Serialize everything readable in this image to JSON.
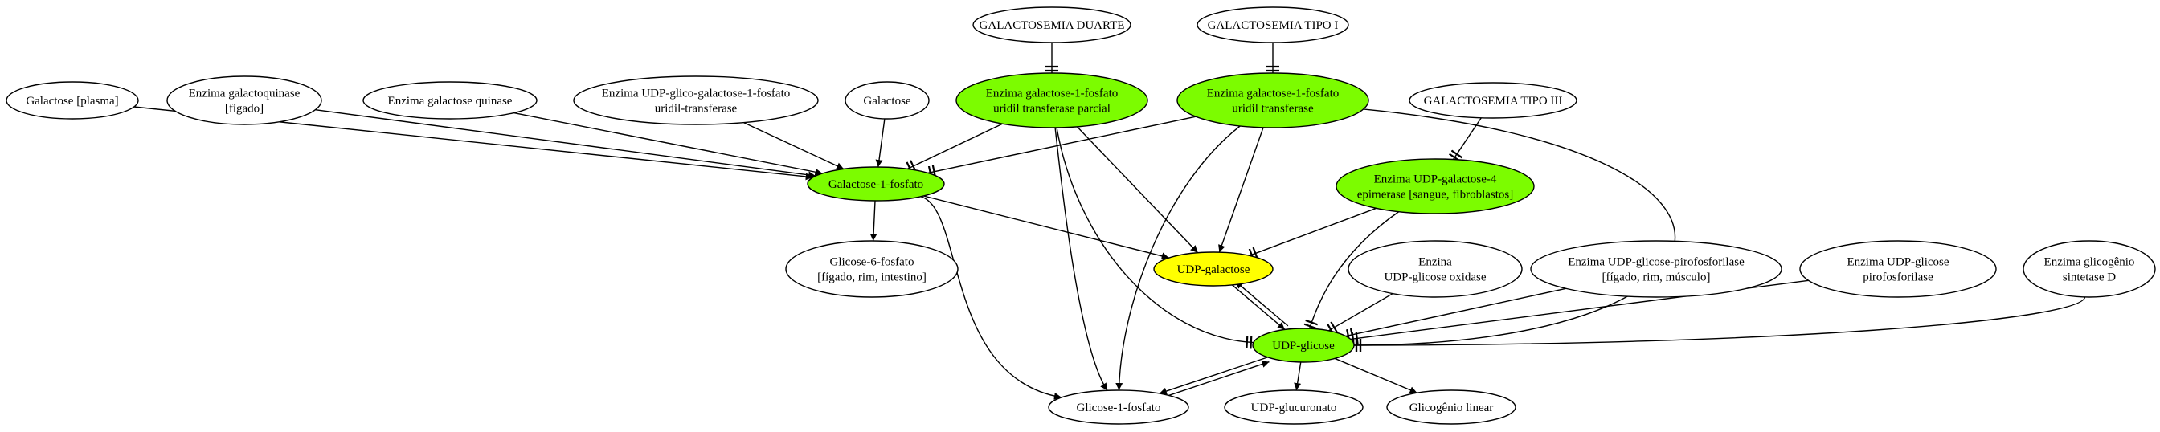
{
  "colors": {
    "normal": "#ffffff",
    "highlight_green": "#7cfc00",
    "highlight_yellow": "#ffff00",
    "stroke": "#000000"
  },
  "nodes": {
    "galactosemia_duarte": {
      "lines": [
        "GALACTOSEMIA DUARTE"
      ],
      "fill": "normal"
    },
    "galactosemia_tipo_i": {
      "lines": [
        "GALACTOSEMIA TIPO I"
      ],
      "fill": "normal"
    },
    "galactose_plasma": {
      "lines": [
        "Galactose [plasma]"
      ],
      "fill": "normal"
    },
    "enzima_galactoquinase": {
      "lines": [
        "Enzima galactoquinase",
        "[fígado]"
      ],
      "fill": "normal"
    },
    "enzima_galactose_quinase": {
      "lines": [
        "Enzima galactose quinase"
      ],
      "fill": "normal"
    },
    "enzima_udp_glico_galactose": {
      "lines": [
        "Enzima UDP-glico-galactose-1-fosfato",
        "uridil-transferase"
      ],
      "fill": "normal"
    },
    "galactose": {
      "lines": [
        "Galactose"
      ],
      "fill": "normal"
    },
    "enzima_gal1p_parcial": {
      "lines": [
        "Enzima galactose-1-fosfato",
        "uridil transferase parcial"
      ],
      "fill": "highlight_green"
    },
    "enzima_gal1p": {
      "lines": [
        "Enzima galactose-1-fosfato",
        "uridil transferase"
      ],
      "fill": "highlight_green"
    },
    "galactosemia_tipo_iii": {
      "lines": [
        "GALACTOSEMIA TIPO III"
      ],
      "fill": "normal"
    },
    "galactose_1_fosfato": {
      "lines": [
        "Galactose-1-fosfato"
      ],
      "fill": "highlight_green"
    },
    "enzima_udp_gal_epimerase": {
      "lines": [
        "Enzima UDP-galactose-4",
        "epimerase [sangue, fibroblastos]"
      ],
      "fill": "highlight_green"
    },
    "glicose_6_fosfato": {
      "lines": [
        "Glicose-6-fosfato",
        "[fígado, rim, intestino]"
      ],
      "fill": "normal"
    },
    "udp_galactose": {
      "lines": [
        "UDP-galactose"
      ],
      "fill": "highlight_yellow"
    },
    "enzina_udp_glicose_oxidase": {
      "lines": [
        "Enzina",
        "UDP-glicose oxidase"
      ],
      "fill": "normal"
    },
    "enzima_udp_glicose_pirofosforilase_tissue": {
      "lines": [
        "Enzima UDP-glicose-pirofosforilase",
        "[fígado, rim, músculo]"
      ],
      "fill": "normal"
    },
    "enzima_udp_glicose_pirofosforilase": {
      "lines": [
        "Enzima UDP-glicose",
        "pirofosforilase"
      ],
      "fill": "normal"
    },
    "enzima_glicogenio_sintetase": {
      "lines": [
        "Enzima glicogênio",
        "sintetase D"
      ],
      "fill": "normal"
    },
    "udp_glicose": {
      "lines": [
        "UDP-glicose"
      ],
      "fill": "highlight_green"
    },
    "glicose_1_fosfato": {
      "lines": [
        "Glicose-1-fosfato"
      ],
      "fill": "normal"
    },
    "udp_glucuronato": {
      "lines": [
        "UDP-glucuronato"
      ],
      "fill": "normal"
    },
    "glicogenio_linear": {
      "lines": [
        "Glicogênio linear"
      ],
      "fill": "normal"
    }
  },
  "edges": [
    {
      "from": "galactosemia_duarte",
      "to": "enzima_gal1p_parcial",
      "head": "tee"
    },
    {
      "from": "galactosemia_tipo_i",
      "to": "enzima_gal1p",
      "head": "tee"
    },
    {
      "from": "galactose_plasma",
      "to": "galactose_1_fosfato",
      "head": "arrow"
    },
    {
      "from": "enzima_galactoquinase",
      "to": "galactose_1_fosfato",
      "head": "arrow"
    },
    {
      "from": "enzima_galactose_quinase",
      "to": "galactose_1_fosfato",
      "head": "arrow"
    },
    {
      "from": "enzima_udp_glico_galactose",
      "to": "galactose_1_fosfato",
      "head": "arrow"
    },
    {
      "from": "galactose",
      "to": "galactose_1_fosfato",
      "head": "arrow"
    },
    {
      "from": "enzima_gal1p_parcial",
      "to": "galactose_1_fosfato",
      "head": "tee"
    },
    {
      "from": "enzima_gal1p",
      "to": "galactose_1_fosfato",
      "head": "tee"
    },
    {
      "from": "galactosemia_tipo_iii",
      "to": "enzima_udp_gal_epimerase",
      "head": "tee"
    },
    {
      "from": "galactose_1_fosfato",
      "to": "glicose_6_fosfato",
      "head": "arrow"
    },
    {
      "from": "galactose_1_fosfato",
      "to": "udp_galactose",
      "head": "arrow"
    },
    {
      "from": "galactose_1_fosfato",
      "to": "glicose_1_fosfato",
      "head": "arrow"
    },
    {
      "from": "enzima_gal1p_parcial",
      "to": "udp_galactose",
      "head": "arrow"
    },
    {
      "from": "enzima_gal1p",
      "to": "udp_galactose",
      "head": "arrow"
    },
    {
      "from": "enzima_gal1p_parcial",
      "to": "glicose_1_fosfato",
      "head": "arrow"
    },
    {
      "from": "enzima_gal1p",
      "to": "glicose_1_fosfato",
      "head": "arrow"
    },
    {
      "from": "enzima_gal1p_parcial",
      "to": "udp_glicose",
      "head": "tee"
    },
    {
      "from": "enzima_gal1p",
      "to": "udp_glicose",
      "head": "tee"
    },
    {
      "from": "enzima_udp_gal_epimerase",
      "to": "udp_galactose",
      "head": "tee"
    },
    {
      "from": "enzima_udp_gal_epimerase",
      "to": "udp_glicose",
      "head": "tee"
    },
    {
      "from": "udp_galactose",
      "to": "udp_glicose",
      "head": "arrow"
    },
    {
      "from": "udp_glicose",
      "to": "udp_galactose",
      "head": "arrow"
    },
    {
      "from": "enzina_udp_glicose_oxidase",
      "to": "udp_glicose",
      "head": "tee"
    },
    {
      "from": "enzima_udp_glicose_pirofosforilase_tissue",
      "to": "udp_glicose",
      "head": "tee"
    },
    {
      "from": "enzima_udp_glicose_pirofosforilase",
      "to": "udp_glicose",
      "head": "tee"
    },
    {
      "from": "enzima_glicogenio_sintetase",
      "to": "udp_glicose",
      "head": "tee"
    },
    {
      "from": "udp_glicose",
      "to": "glicose_1_fosfato",
      "head": "arrow"
    },
    {
      "from": "glicose_1_fosfato",
      "to": "udp_glicose",
      "head": "arrow"
    },
    {
      "from": "udp_glicose",
      "to": "udp_glucuronato",
      "head": "arrow"
    },
    {
      "from": "udp_glicose",
      "to": "glicogenio_linear",
      "head": "arrow"
    }
  ]
}
